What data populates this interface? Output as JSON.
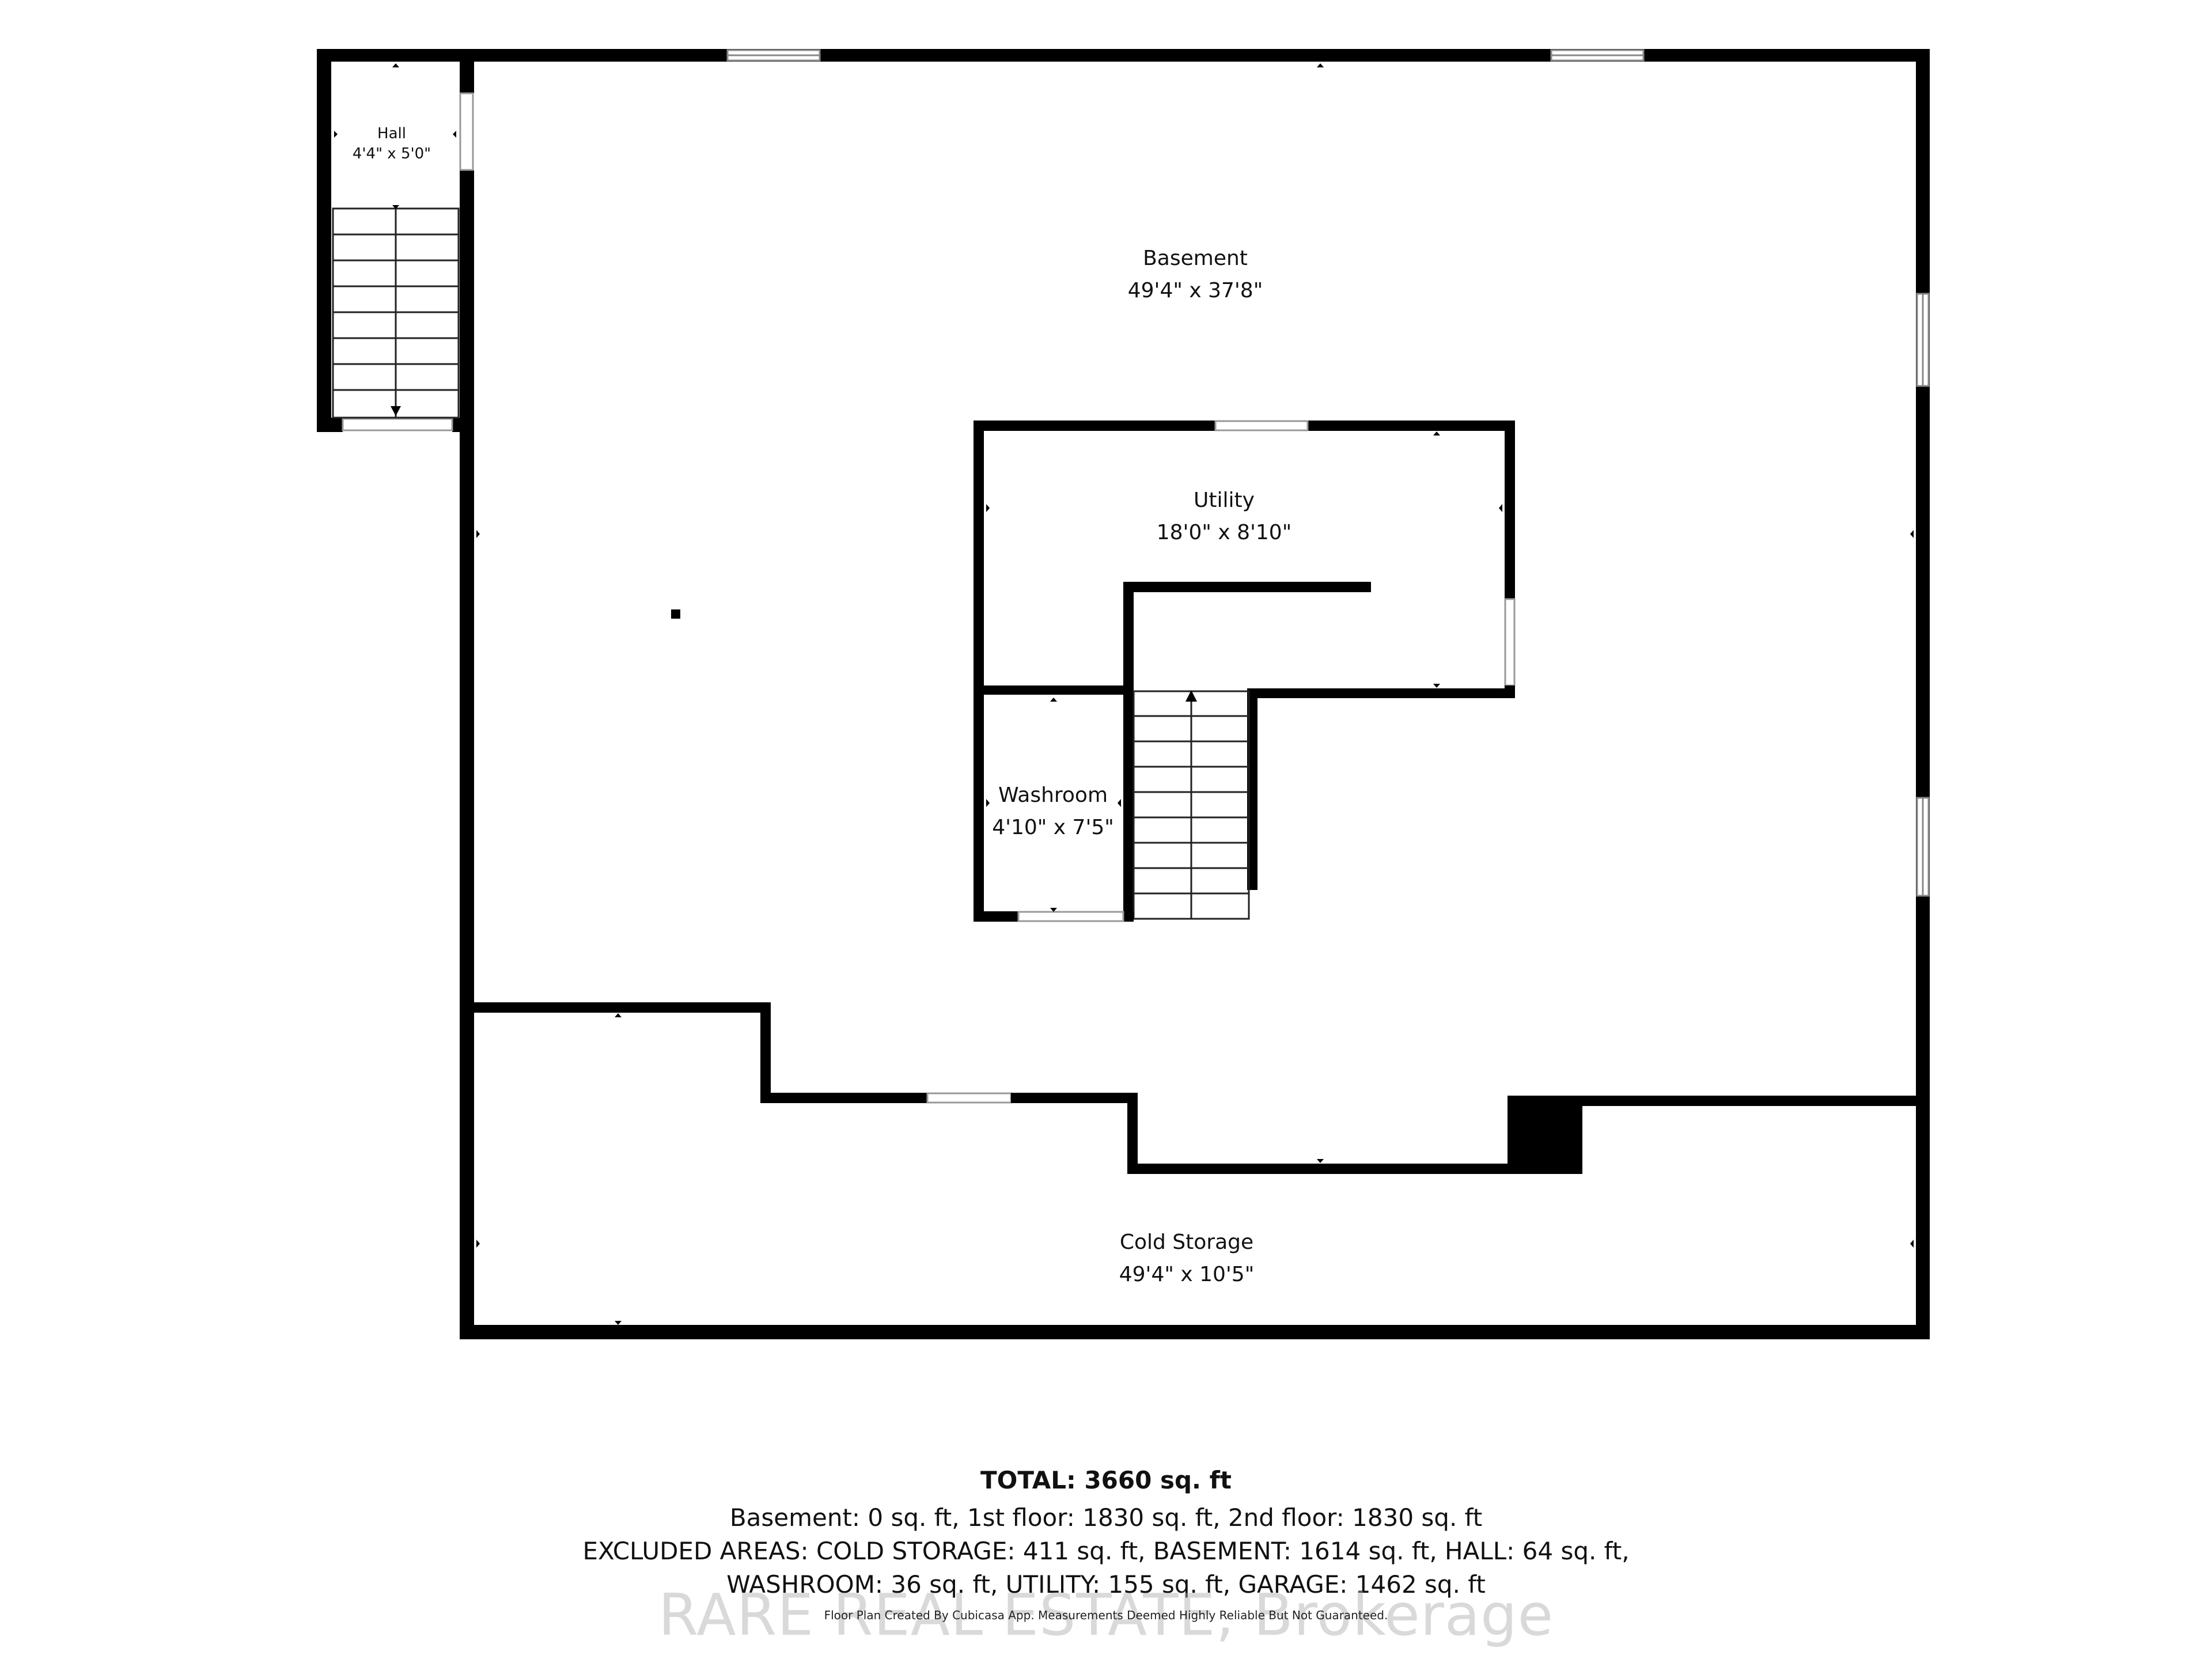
{
  "rooms": {
    "hall": {
      "name": "Hall",
      "dims": "4'4\" x 5'0\""
    },
    "basement": {
      "name": "Basement",
      "dims": "49'4\" x 37'8\""
    },
    "utility": {
      "name": "Utility",
      "dims": "18'0\" x 8'10\""
    },
    "washroom": {
      "name": "Washroom",
      "dims": "4'10\" x 7'5\""
    },
    "cold_storage": {
      "name": "Cold Storage",
      "dims": "49'4\" x 10'5\""
    }
  },
  "summary": {
    "total": "TOTAL: 3660 sq. ft",
    "line1": "Basement: 0 sq. ft, 1st floor: 1830 sq. ft, 2nd floor: 1830 sq. ft",
    "line2": "EXCLUDED AREAS: COLD STORAGE: 411 sq. ft, BASEMENT: 1614 sq. ft, HALL: 64 sq. ft,",
    "line3": "WASHROOM: 36 sq. ft, UTILITY: 155 sq. ft, GARAGE: 1462 sq. ft"
  },
  "credit": "Floor Plan Created By Cubicasa App. Measurements Deemed Highly Reliable But Not Guaranteed.",
  "watermark": "RARE REAL ESTATE, Brokerage",
  "colors": {
    "wall": "#000000",
    "background": "#ffffff",
    "watermark": "#aaaaaa"
  }
}
